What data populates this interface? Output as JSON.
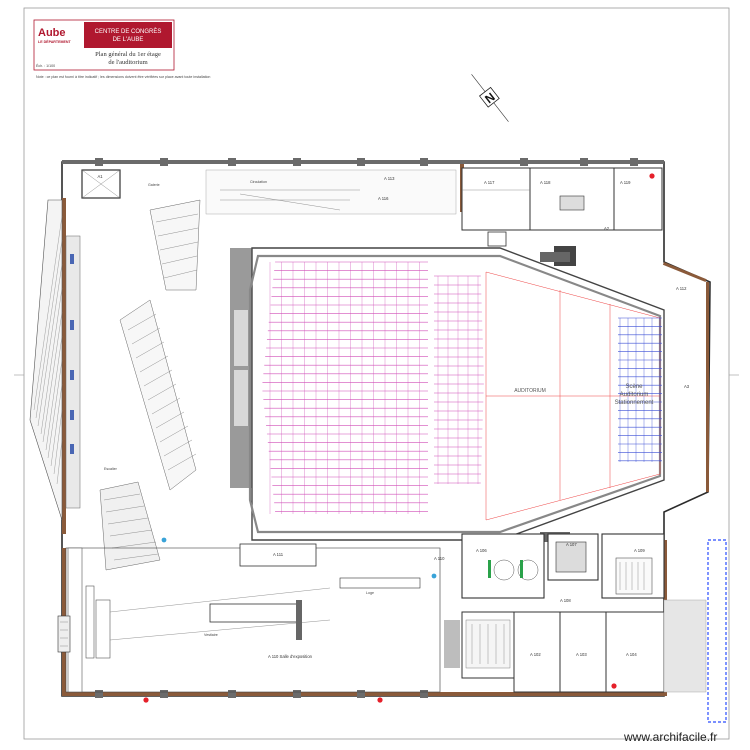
{
  "header": {
    "logo_word": "Aube",
    "logo_sub": "LE DÉPARTEMENT",
    "org_line1": "CENTRE DE CONGRÈS",
    "org_line2": "DE L'AUBE",
    "plan_title_line1": "Plan général du 1er étage",
    "plan_title_line2": "de l'auditorium",
    "scale_note": "Éch. : 1/100",
    "small_note": "Note : ce plan est fourni à titre indicatif ; les dimensions doivent être vérifiées sur place avant toute installation"
  },
  "north_arrow": {
    "label": "N"
  },
  "rooms": {
    "auditorium": "AUDITORIUM",
    "stage": [
      "Scène",
      "Auditorium",
      "Stationnement"
    ],
    "a113": "A 113",
    "a110": "A 110",
    "a111": "A 111",
    "a112": "A 112",
    "a102": "A 102",
    "a103": "A 103",
    "a104": "A 104",
    "a108": "A 108",
    "a109": "A 109",
    "a106": "A 106",
    "a107": "A 107",
    "a116": "A 116",
    "a117": "A 117",
    "a118": "A 118",
    "a119": "A 119",
    "a1": "A1",
    "a2": "A2",
    "a3": "A3",
    "hall": "A 110 Salle d'exposition",
    "circulation": "Circulation",
    "lounge": "Loge",
    "vestiaire": "Vestiaire",
    "galerie": "Galerie",
    "escalier": "Escalier"
  },
  "watermark": "www.archifacile.fr",
  "colors": {
    "brand_red": "#b0182f",
    "seats": "#d04fb8",
    "stage_seats": "#3b4fd6",
    "stage_lines": "#e44444",
    "walls": "#6b6b6b",
    "timber": "#8a5a3a",
    "accent_blue": "#2a4cff"
  },
  "icons": {
    "north": "north-arrow-icon",
    "fire_point": "fire-point-icon",
    "info_point": "info-point-icon"
  }
}
